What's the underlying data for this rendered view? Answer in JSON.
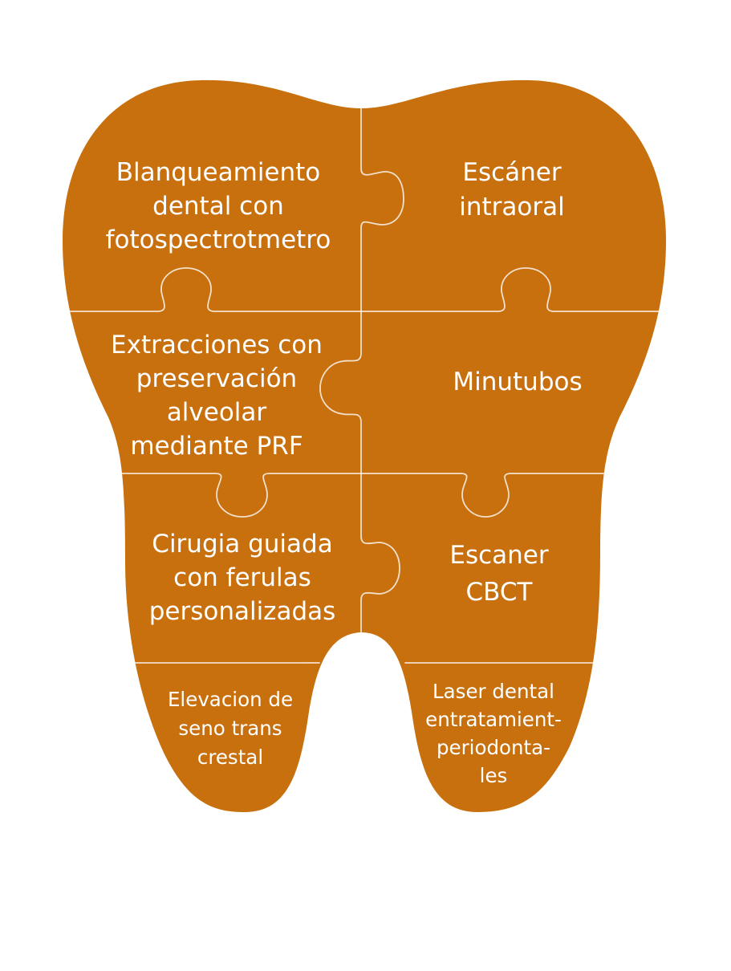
{
  "theme": {
    "tooth_color": "#C8700E",
    "seam_color": "#F3DFC6",
    "text_color": "#FFFFFF",
    "background": "#FFFFFF"
  },
  "pieces": [
    {
      "id": "blanqueamiento",
      "lines": [
        "Blanqueamiento",
        "dental con",
        "fotospectrotmetro"
      ]
    },
    {
      "id": "escaner-intraoral",
      "lines": [
        "Escáner",
        "intraoral"
      ]
    },
    {
      "id": "extracciones",
      "lines": [
        "Extracciones con",
        "preservación",
        "alveolar",
        "mediante PRF"
      ]
    },
    {
      "id": "minutubos",
      "lines": [
        "Minutubos"
      ]
    },
    {
      "id": "cirugia-guiada",
      "lines": [
        "Cirugia guiada",
        "con ferulas",
        "personalizadas"
      ]
    },
    {
      "id": "escaner-cbct",
      "lines": [
        "Escaner",
        "CBCT"
      ]
    },
    {
      "id": "elevacion-seno",
      "lines": [
        "Elevacion de",
        "seno trans",
        "crestal"
      ]
    },
    {
      "id": "laser-dental",
      "lines": [
        "Laser dental",
        "entratamient-",
        "periodonta-",
        "les"
      ]
    }
  ]
}
